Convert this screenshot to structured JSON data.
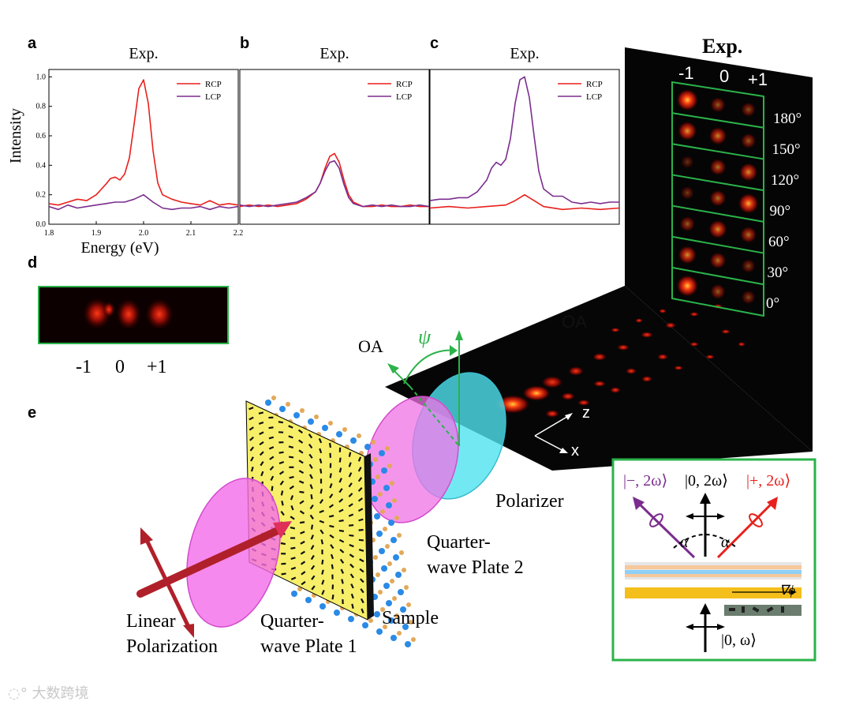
{
  "panels": {
    "a": {
      "letter": "a",
      "title": "Exp."
    },
    "b": {
      "letter": "b",
      "title": "Exp."
    },
    "c": {
      "letter": "c",
      "title": "Exp."
    },
    "d": {
      "letter": "d"
    },
    "e": {
      "letter": "e"
    }
  },
  "chart_data": [
    {
      "panel": "a",
      "type": "line",
      "title": "Exp.",
      "xlabel": "Energy (eV)",
      "ylabel": "Intensity",
      "xlim": [
        1.8,
        2.2
      ],
      "ylim": [
        0,
        1.05
      ],
      "xticks": [
        "1.8",
        "1.9",
        "2.0",
        "2.1",
        "2.2"
      ],
      "yticks": [
        "0.0",
        "0.2",
        "0.4",
        "0.6",
        "0.8",
        "1.0"
      ],
      "legend_position": "top-right",
      "series": [
        {
          "name": "RCP",
          "color": "#e8201c",
          "x": [
            1.8,
            1.82,
            1.84,
            1.86,
            1.88,
            1.9,
            1.92,
            1.93,
            1.94,
            1.95,
            1.96,
            1.97,
            1.98,
            1.99,
            2.0,
            2.01,
            2.02,
            2.03,
            2.04,
            2.06,
            2.08,
            2.1,
            2.12,
            2.14,
            2.16,
            2.18,
            2.2
          ],
          "y": [
            0.14,
            0.13,
            0.15,
            0.17,
            0.16,
            0.2,
            0.27,
            0.31,
            0.32,
            0.3,
            0.34,
            0.45,
            0.68,
            0.92,
            0.98,
            0.82,
            0.5,
            0.28,
            0.2,
            0.17,
            0.15,
            0.14,
            0.13,
            0.16,
            0.13,
            0.14,
            0.13
          ]
        },
        {
          "name": "LCP",
          "color": "#7b2d8e",
          "x": [
            1.8,
            1.82,
            1.84,
            1.86,
            1.88,
            1.9,
            1.92,
            1.94,
            1.96,
            1.98,
            2.0,
            2.02,
            2.04,
            2.06,
            2.08,
            2.1,
            2.12,
            2.14,
            2.16,
            2.18,
            2.2
          ],
          "y": [
            0.12,
            0.1,
            0.13,
            0.11,
            0.12,
            0.13,
            0.14,
            0.15,
            0.15,
            0.17,
            0.2,
            0.15,
            0.11,
            0.1,
            0.11,
            0.11,
            0.12,
            0.1,
            0.12,
            0.11,
            0.12
          ]
        }
      ]
    },
    {
      "panel": "b",
      "type": "line",
      "title": "Exp.",
      "xlim": [
        1.8,
        2.2
      ],
      "ylim": [
        0,
        1.05
      ],
      "legend_position": "top-right",
      "series": [
        {
          "name": "RCP",
          "color": "#e8201c",
          "x": [
            1.8,
            1.82,
            1.84,
            1.86,
            1.88,
            1.9,
            1.92,
            1.94,
            1.96,
            1.97,
            1.98,
            1.99,
            2.0,
            2.01,
            2.02,
            2.03,
            2.04,
            2.06,
            2.08,
            2.1,
            2.12,
            2.14,
            2.16,
            2.18,
            2.2
          ],
          "y": [
            0.12,
            0.13,
            0.12,
            0.13,
            0.12,
            0.13,
            0.14,
            0.17,
            0.22,
            0.28,
            0.38,
            0.46,
            0.48,
            0.42,
            0.3,
            0.2,
            0.15,
            0.12,
            0.12,
            0.13,
            0.12,
            0.12,
            0.13,
            0.12,
            0.12
          ]
        },
        {
          "name": "LCP",
          "color": "#7b2d8e",
          "x": [
            1.8,
            1.82,
            1.84,
            1.86,
            1.88,
            1.9,
            1.92,
            1.94,
            1.96,
            1.97,
            1.98,
            1.99,
            2.0,
            2.01,
            2.02,
            2.03,
            2.04,
            2.06,
            2.08,
            2.1,
            2.12,
            2.14,
            2.16,
            2.18,
            2.2
          ],
          "y": [
            0.13,
            0.12,
            0.13,
            0.12,
            0.13,
            0.14,
            0.15,
            0.18,
            0.22,
            0.28,
            0.36,
            0.42,
            0.43,
            0.38,
            0.27,
            0.18,
            0.14,
            0.12,
            0.13,
            0.12,
            0.13,
            0.12,
            0.12,
            0.13,
            0.12
          ]
        }
      ]
    },
    {
      "panel": "c",
      "type": "line",
      "title": "Exp.",
      "xlim": [
        1.8,
        2.2
      ],
      "ylim": [
        0,
        1.05
      ],
      "legend_position": "top-right",
      "series": [
        {
          "name": "RCP",
          "color": "#e8201c",
          "x": [
            1.8,
            1.84,
            1.88,
            1.92,
            1.96,
            1.98,
            2.0,
            2.02,
            2.04,
            2.08,
            2.12,
            2.16,
            2.2
          ],
          "y": [
            0.11,
            0.12,
            0.11,
            0.12,
            0.13,
            0.16,
            0.2,
            0.16,
            0.12,
            0.1,
            0.11,
            0.1,
            0.11
          ]
        },
        {
          "name": "LCP",
          "color": "#7b2d8e",
          "x": [
            1.8,
            1.82,
            1.84,
            1.86,
            1.88,
            1.9,
            1.92,
            1.93,
            1.94,
            1.95,
            1.96,
            1.97,
            1.98,
            1.99,
            2.0,
            2.01,
            2.02,
            2.03,
            2.04,
            2.06,
            2.08,
            2.1,
            2.12,
            2.14,
            2.16,
            2.18,
            2.2
          ],
          "y": [
            0.16,
            0.17,
            0.17,
            0.18,
            0.18,
            0.22,
            0.3,
            0.38,
            0.42,
            0.4,
            0.44,
            0.58,
            0.82,
            0.98,
            1.0,
            0.86,
            0.6,
            0.36,
            0.24,
            0.19,
            0.19,
            0.15,
            0.14,
            0.15,
            0.14,
            0.15,
            0.15
          ]
        }
      ]
    }
  ],
  "panel_d": {
    "labels": [
      "-1",
      "0",
      "+1"
    ]
  },
  "exp_screen": {
    "title": "Exp.",
    "orders": [
      "-1",
      "0",
      "+1"
    ],
    "angles": [
      "180°",
      "150°",
      "120°",
      "90°",
      "60°",
      "30°",
      "0°"
    ],
    "spot_intensity": [
      [
        1.0,
        0.5,
        0.45
      ],
      [
        0.8,
        0.7,
        0.5
      ],
      [
        0.3,
        0.6,
        0.75
      ],
      [
        0.35,
        0.6,
        0.9
      ],
      [
        0.5,
        0.75,
        0.6
      ],
      [
        0.75,
        0.6,
        0.4
      ],
      [
        1.0,
        0.5,
        0.4
      ]
    ]
  },
  "setup_labels": {
    "oa_floor": "OA",
    "oa": "OA",
    "psi": "ψ",
    "axis_z": "z",
    "axis_x": "x",
    "polarizer": "Polarizer",
    "qwp2_line1": "Quarter-",
    "qwp2_line2": "wave Plate 2",
    "sample": "Sample",
    "qwp1_line1": "Quarter-",
    "qwp1_line2": "wave Plate 1",
    "linear_line1": "Linear",
    "linear_line2": "Polarization"
  },
  "inset": {
    "minus_state": "|−, 2ω⟩",
    "zero_state": "|0, 2ω⟩",
    "plus_state": "|+, 2ω⟩",
    "alpha_left": "α",
    "alpha_right": "α",
    "grad_phi": "∇ϕ",
    "input_state": "|0, ω⟩",
    "colors": {
      "minus": "#7b2d8e",
      "plus": "#e8201c",
      "frame": "#2bb34a",
      "gold": "#f4bf1a"
    }
  },
  "watermark": {
    "text": "大数跨境"
  }
}
